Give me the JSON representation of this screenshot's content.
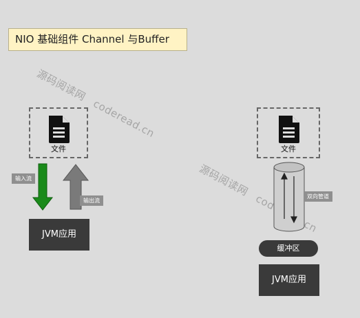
{
  "title": "NIO 基础组件 Channel 与Buffer",
  "watermark": {
    "text_cn": "源码阅读网",
    "text_en": "coderead.cn"
  },
  "left": {
    "file_label": "文件",
    "input_stream_label": "输入流",
    "output_stream_label": "输出流",
    "jvm_label": "JVM应用",
    "input_arrow_color": "#1a8a1a",
    "output_arrow_color": "#7a7a7a"
  },
  "right": {
    "file_label": "文件",
    "channel_label": "双向管道",
    "buffer_label": "缓冲区",
    "jvm_label": "JVM应用"
  }
}
